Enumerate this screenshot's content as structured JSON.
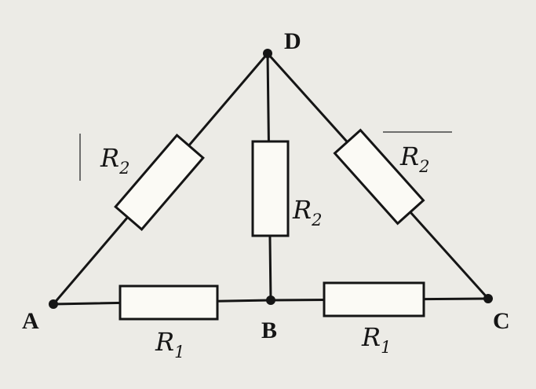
{
  "diagram": {
    "colors": {
      "background": "#ecebe6",
      "ink": "#151515",
      "resistor_fill": "#fbfaf5"
    },
    "nodes": [
      {
        "id": "A",
        "label": "A"
      },
      {
        "id": "B",
        "label": "B"
      },
      {
        "id": "C",
        "label": "C"
      },
      {
        "id": "D",
        "label": "D"
      }
    ],
    "resistors": [
      {
        "id": "r2-ad",
        "between": [
          "A",
          "D"
        ],
        "letter": "R",
        "subscript": "2"
      },
      {
        "id": "r2-bd",
        "between": [
          "B",
          "D"
        ],
        "letter": "R",
        "subscript": "2"
      },
      {
        "id": "r2-cd",
        "between": [
          "C",
          "D"
        ],
        "letter": "R",
        "subscript": "2"
      },
      {
        "id": "r1-ab",
        "between": [
          "A",
          "B"
        ],
        "letter": "R",
        "subscript": "1"
      },
      {
        "id": "r1-bc",
        "between": [
          "B",
          "C"
        ],
        "letter": "R",
        "subscript": "1"
      }
    ]
  }
}
